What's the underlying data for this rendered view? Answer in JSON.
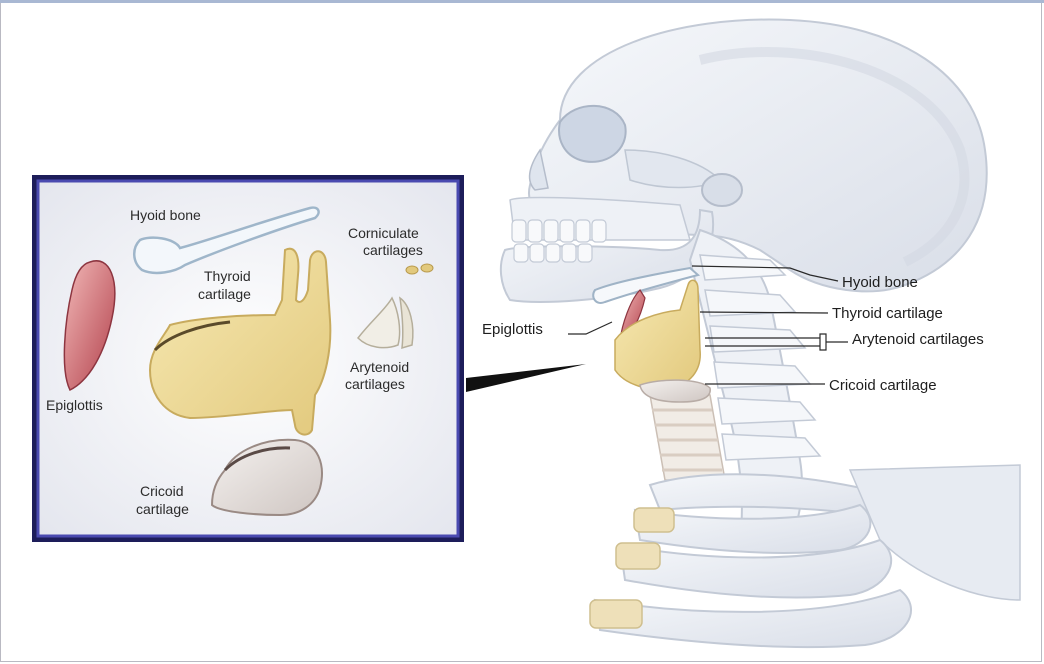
{
  "inset": {
    "labels": {
      "hyoid": "Hyoid bone",
      "thyroid_1": "Thyroid",
      "thyroid_2": "cartilage",
      "corniculate_1": "Corniculate",
      "corniculate_2": "cartilages",
      "arytenoid_1": "Arytenoid",
      "arytenoid_2": "cartilages",
      "epiglottis": "Epiglottis",
      "cricoid_1": "Cricoid",
      "cricoid_2": "cartilage"
    }
  },
  "main": {
    "labels": {
      "hyoid": "Hyoid bone",
      "thyroid": "Thyroid cartilage",
      "arytenoid": "Arytenoid cartilages",
      "cricoid": "Cricoid cartilage",
      "epiglottis": "Epiglottis"
    }
  },
  "colors": {
    "inset_border": "#2f2f8f",
    "cartilage": "#efdc9c",
    "bone": "#e9edf3",
    "epiglottis": "#c9606a"
  }
}
